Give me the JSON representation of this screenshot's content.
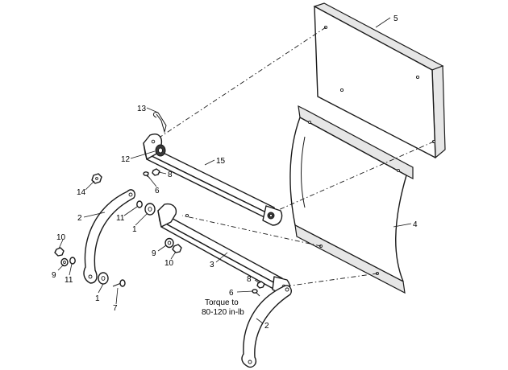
{
  "callouts": {
    "c1": "1",
    "c2": "2",
    "c3": "3",
    "c4": "4",
    "c5": "5",
    "c6": "6",
    "c7": "7",
    "c8": "8",
    "c9": "9",
    "c10": "10",
    "c11": "11",
    "c12": "12",
    "c13": "13",
    "c14": "14",
    "c15": "15"
  },
  "note": {
    "line1": "Torque to",
    "line2": "80-120 in-lb"
  }
}
